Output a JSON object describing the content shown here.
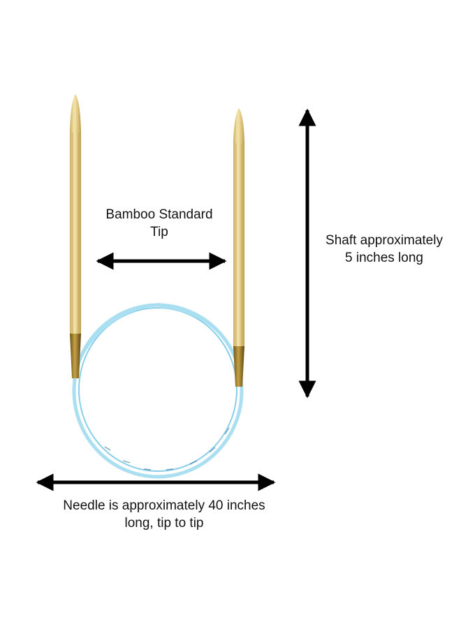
{
  "labels": {
    "tip_line1": "Bamboo Standard",
    "tip_line2": "Tip",
    "shaft_line1": "Shaft approximately",
    "shaft_line2": "5 inches long",
    "needle_line1": "Needle is approximately 40 inches",
    "needle_line2": "long, tip to tip"
  },
  "colors": {
    "bamboo": "#e6cf8c",
    "bamboo_dark": "#c9ad62",
    "brass": "#9c7a2a",
    "cable": "#8fd3ea",
    "cable_dark": "#5bb4d6",
    "arrow": "#000000"
  }
}
